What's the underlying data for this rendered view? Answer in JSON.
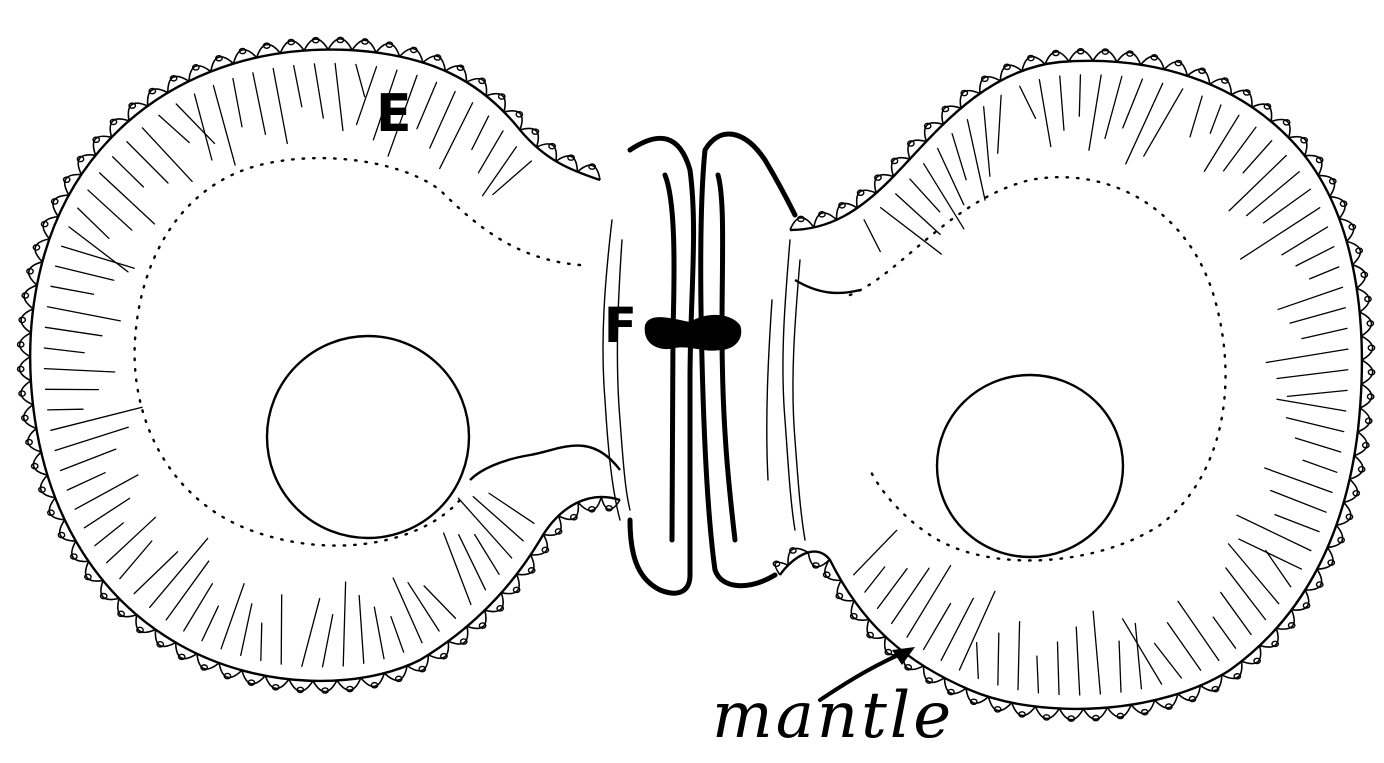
{
  "labels": {
    "e": "E",
    "f": "F",
    "mantle": "mantle"
  },
  "colors": {
    "ink": "#000000",
    "paper": "#ffffff"
  }
}
